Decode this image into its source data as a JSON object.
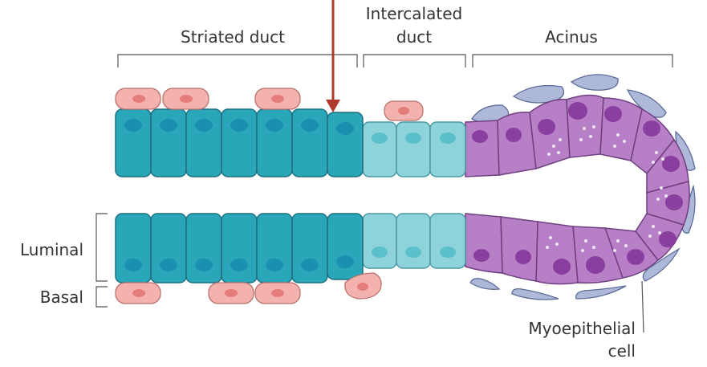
{
  "labels": {
    "striated_duct": "Striated duct",
    "intercalated_duct_line1": "Intercalated",
    "intercalated_duct_line2": "duct",
    "acinus": "Acinus",
    "luminal": "Luminal",
    "basal": "Basal",
    "myoepithelial_line1": "Myoepithelial",
    "myoepithelial_line2": "cell"
  },
  "colors": {
    "striated_cell": "#2aa6b9",
    "intercalated_cell": "#8fd3da",
    "basal_cell": "#f4b2ae",
    "acinar_cell": "#b77fc6",
    "myoepithelial_cell": "#aeb9d9",
    "arrow": "#b03a2e"
  }
}
